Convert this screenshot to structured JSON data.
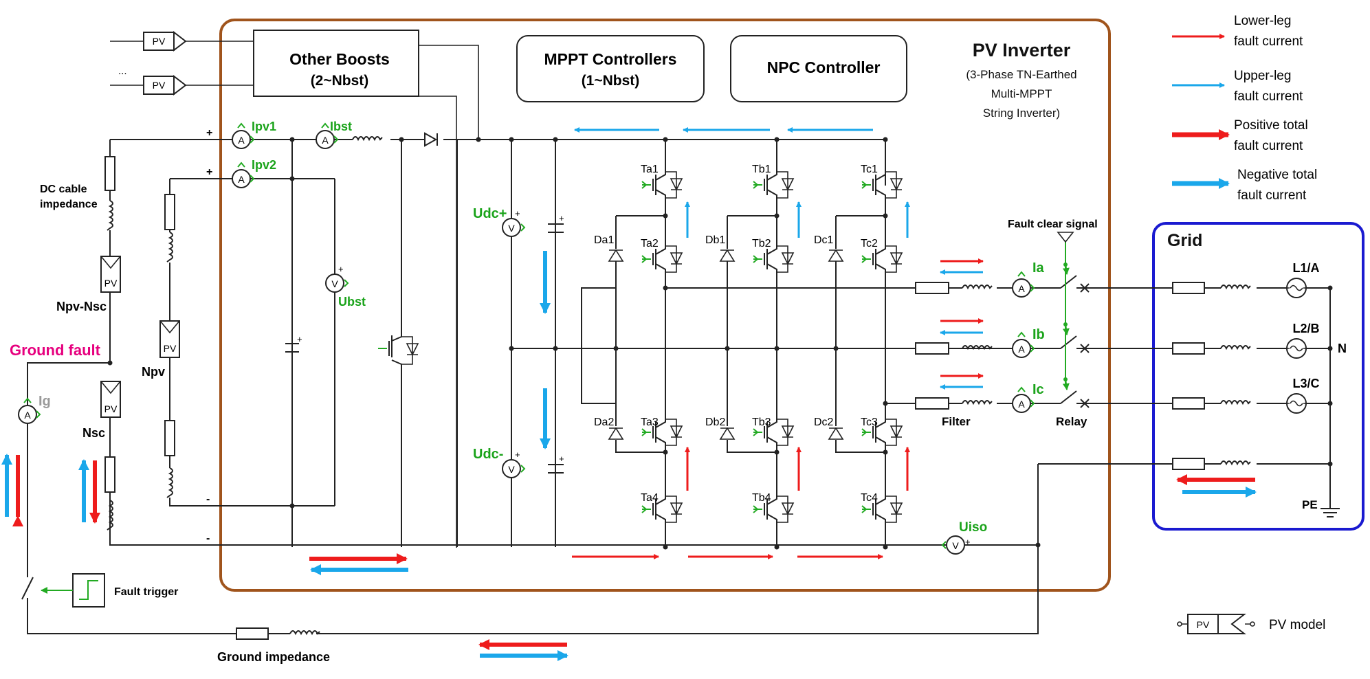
{
  "inverter": {
    "title": "PV Inverter",
    "subtitle_lines": [
      "(3-Phase TN-Earthed",
      "Multi-MPPT",
      "String Inverter)"
    ],
    "other_boosts_line1": "Other Boosts",
    "other_boosts_line2": "(2~Nbst)",
    "mppt_line1": "MPPT Controllers",
    "mppt_line2": "(1~Nbst)",
    "npc": "NPC Controller",
    "pv_box_label": "PV",
    "ellipsis": "..."
  },
  "legend": {
    "lower_leg": [
      "Lower-leg",
      "fault current"
    ],
    "upper_leg": [
      "Upper-leg",
      "fault current"
    ],
    "positive_total": [
      "Positive total",
      "fault current"
    ],
    "negative_total": [
      "Negative total",
      "fault current"
    ],
    "pv_model": "PV model",
    "colors": {
      "red": "#ee1c1c",
      "blue": "#1aa7ea",
      "green": "#1aa31a",
      "inverter_border": "#a0541c",
      "grid_border": "#1a1ad0",
      "ground_fault": "#e6007e"
    }
  },
  "grid": {
    "title": "Grid",
    "phases": [
      "L1/A",
      "L2/B",
      "L3/C"
    ],
    "neutral": "N",
    "pe": "PE"
  },
  "labels": {
    "dc_cable": [
      "DC cable",
      "impedance"
    ],
    "npv_nsc": "Npv-Nsc",
    "npv": "Npv",
    "nsc": "Nsc",
    "ground_fault": "Ground fault",
    "ig": "Ig",
    "fault_trigger": "Fault trigger",
    "ground_impedance": "Ground impedance",
    "ipv1": "Ipv1",
    "ipv2": "Ipv2",
    "ibst": "Ibst",
    "ubst": "Ubst",
    "udc_plus": "Udc+",
    "udc_minus": "Udc-",
    "uiso": "Uiso",
    "ia": "Ia",
    "ib": "Ib",
    "ic": "Ic",
    "filter": "Filter",
    "relay": "Relay",
    "fault_clear": "Fault clear signal",
    "ammeter": "A",
    "voltmeter": "V",
    "plus": "+",
    "minus": "-"
  },
  "switches": {
    "a": [
      "Ta1",
      "Ta2",
      "Ta3",
      "Ta4"
    ],
    "b": [
      "Tb1",
      "Tb2",
      "Tb3",
      "Tb4"
    ],
    "c": [
      "Tc1",
      "Tc2",
      "Tc3",
      "Tc4"
    ],
    "diodes": [
      "Da1",
      "Da2",
      "Db1",
      "Db2",
      "Dc1",
      "Dc2"
    ]
  }
}
